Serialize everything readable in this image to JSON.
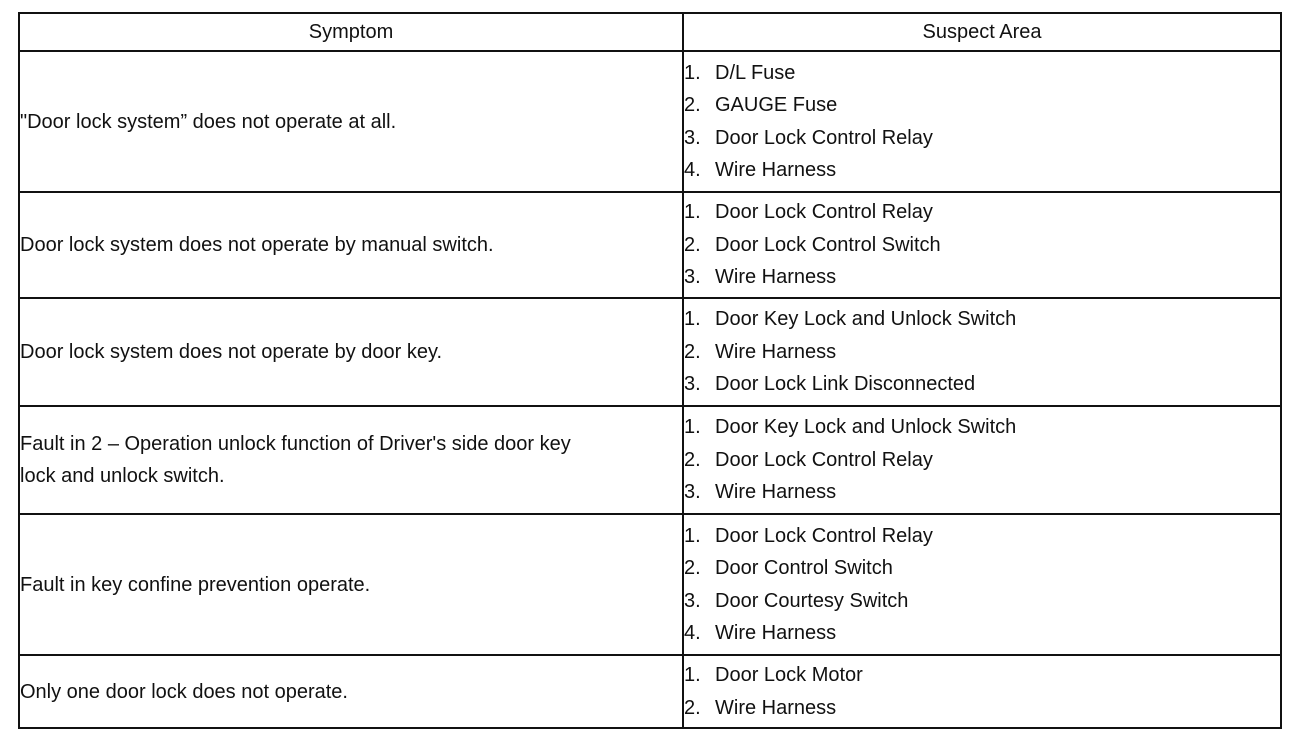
{
  "table": {
    "headers": {
      "symptom": "Symptom",
      "suspect_area": "Suspect Area"
    },
    "rows": [
      {
        "symptom": "\"Door lock system” does not operate at all.",
        "suspect": [
          {
            "num": "1.",
            "text": "D/L Fuse"
          },
          {
            "num": "2.",
            "text": "GAUGE Fuse"
          },
          {
            "num": "3.",
            "text": "Door Lock Control Relay"
          },
          {
            "num": "4.",
            "text": "Wire Harness"
          }
        ]
      },
      {
        "symptom": "Door lock system does not operate by manual switch.",
        "suspect": [
          {
            "num": "1.",
            "text": "Door Lock Control Relay"
          },
          {
            "num": "2.",
            "text": "Door Lock Control Switch"
          },
          {
            "num": "3.",
            "text": "Wire Harness"
          }
        ]
      },
      {
        "symptom": "Door lock system does not operate by door key.",
        "suspect": [
          {
            "num": "1.",
            "text": "Door Key Lock and Unlock Switch"
          },
          {
            "num": "2.",
            "text": "Wire Harness"
          },
          {
            "num": "3.",
            "text": "Door Lock Link Disconnected"
          }
        ]
      },
      {
        "symptom_line1": "Fault in 2 – Operation unlock function of Driver's side door key",
        "symptom_line2": "lock and unlock switch.",
        "suspect": [
          {
            "num": "1.",
            "text": "Door Key Lock and Unlock Switch"
          },
          {
            "num": "2.",
            "text": "Door Lock Control Relay"
          },
          {
            "num": "3.",
            "text": "Wire Harness"
          }
        ]
      },
      {
        "symptom": "Fault in key confine prevention operate.",
        "suspect": [
          {
            "num": "1.",
            "text": "Door Lock Control Relay"
          },
          {
            "num": "2.",
            "text": "Door Control Switch"
          },
          {
            "num": "3.",
            "text": "Door Courtesy Switch"
          },
          {
            "num": "4.",
            "text": "Wire Harness"
          }
        ]
      },
      {
        "symptom": "Only one door lock does not operate.",
        "suspect": [
          {
            "num": "1.",
            "text": "Door Lock Motor"
          },
          {
            "num": "2.",
            "text": "Wire Harness"
          }
        ]
      }
    ]
  }
}
